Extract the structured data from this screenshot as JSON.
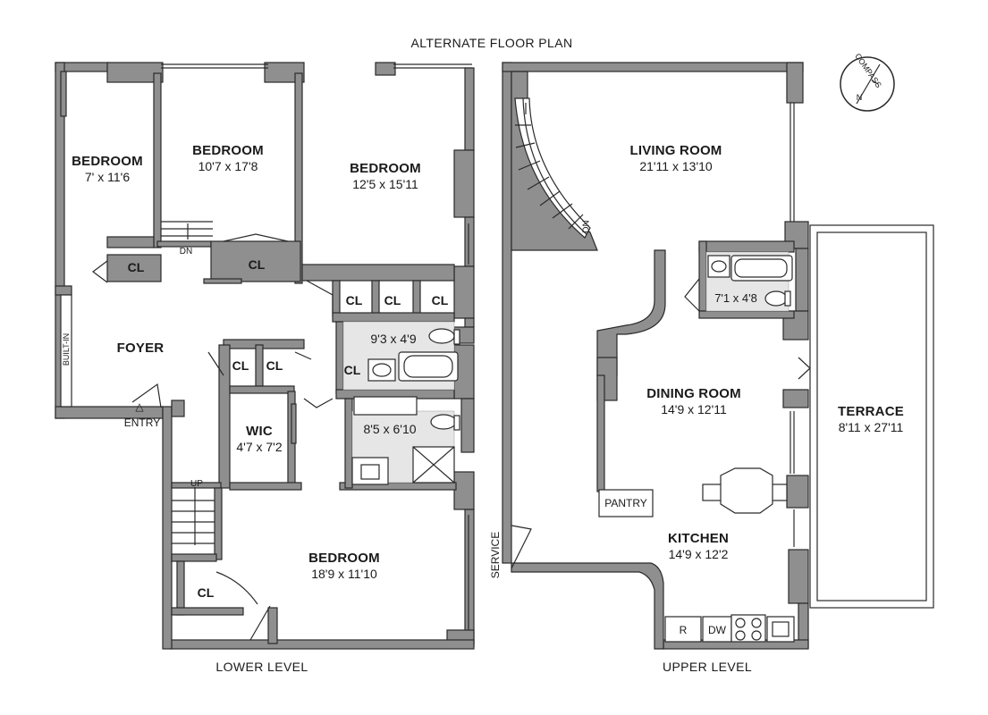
{
  "title": "ALTERNATE FLOOR PLAN",
  "compass": "COMPASS",
  "compass_n": "N",
  "levels": {
    "lower": "LOWER LEVEL",
    "upper": "UPPER LEVEL"
  },
  "lower": {
    "bedroom1": {
      "name": "BEDROOM",
      "dim": "7' x 11'6"
    },
    "bedroom2": {
      "name": "BEDROOM",
      "dim": "10'7 x 17'8"
    },
    "bedroom3": {
      "name": "BEDROOM",
      "dim": "12'5 x 15'11"
    },
    "bedroom4": {
      "name": "BEDROOM",
      "dim": "18'9 x 11'10"
    },
    "foyer": "FOYER",
    "builtin": "BUILT-IN",
    "entry": "ENTRY",
    "wic": {
      "name": "WIC",
      "dim": "4'7 x 7'2"
    },
    "bath1_dim": "9'3 x 4'9",
    "bath2_dim": "8'5 x 6'10",
    "stair_dn": "DN",
    "stair_up": "UP",
    "closet": "CL"
  },
  "upper": {
    "living": {
      "name": "LIVING ROOM",
      "dim": "21'11 x 13'10"
    },
    "dining": {
      "name": "DINING ROOM",
      "dim": "14'9 x 12'11"
    },
    "kitchen": {
      "name": "KITCHEN",
      "dim": "14'9 x 12'2"
    },
    "terrace": {
      "name": "TERRACE",
      "dim": "8'11 x 27'11"
    },
    "bath_dim": "7'1 x 4'8",
    "pantry": "PANTRY",
    "service": "SERVICE",
    "stair_dn": "DN",
    "fridge": "R",
    "dishwasher": "DW"
  }
}
